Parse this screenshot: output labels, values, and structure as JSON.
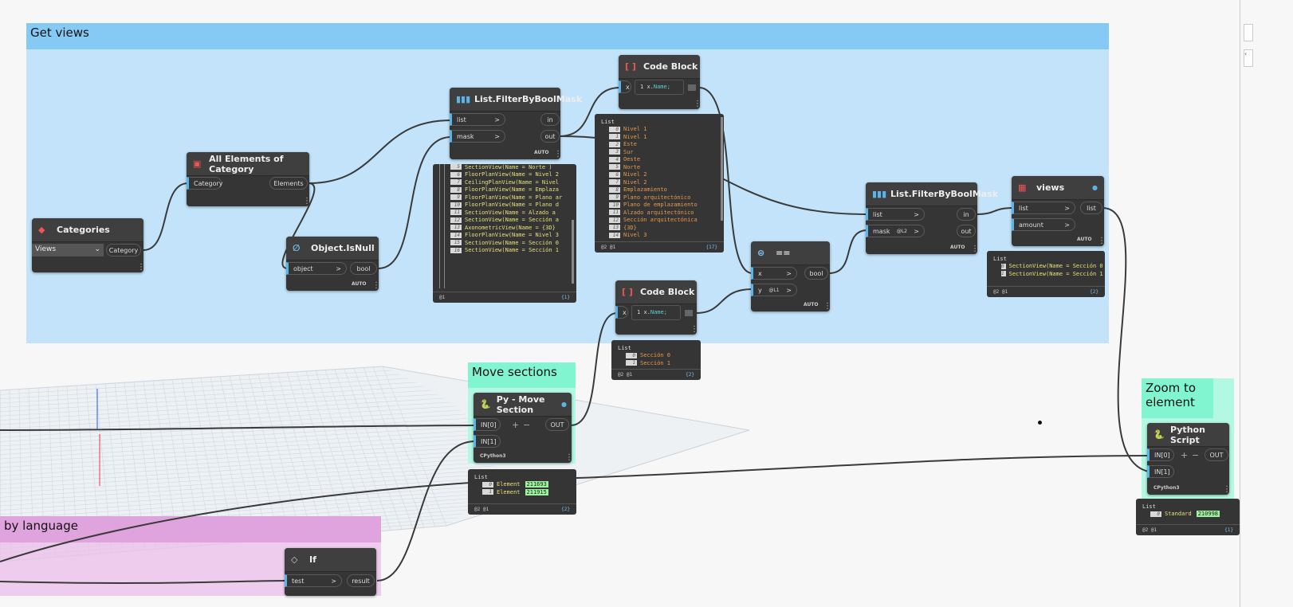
{
  "groups": {
    "get_views": "Get views",
    "move_sections": "Move sections",
    "zoom": "Zoom to element",
    "language": "by language"
  },
  "nodes": {
    "categories": {
      "title": "Categories",
      "dropdown": "Views",
      "out": "Category"
    },
    "all_elements": {
      "title": "All Elements of Category",
      "in": "Category",
      "out": "Elements"
    },
    "isnull": {
      "title": "Object.IsNull",
      "in": "object",
      "out": "bool",
      "lacing": "AUTO"
    },
    "filter1": {
      "title": "List.FilterByBoolMask",
      "in1": "list",
      "in2": "mask",
      "out1": "in",
      "out2": "out",
      "lacing": "AUTO"
    },
    "code1": {
      "title": "Code Block",
      "in": "x",
      "line": "1",
      "code_obj": "x.",
      "code_prop": "Name;"
    },
    "code2": {
      "title": "Code Block",
      "in": "x",
      "line": "1",
      "code_obj": "x.",
      "code_prop": "Name;"
    },
    "equals": {
      "title": "==",
      "in1": "x",
      "in2": "y",
      "level": "@L1",
      "out": "bool",
      "lacing": "AUTO"
    },
    "filter2": {
      "title": "List.FilterByBoolMask",
      "in1": "list",
      "in2": "mask",
      "level": "@L2",
      "out1": "in",
      "out2": "out",
      "lacing": "AUTO"
    },
    "views": {
      "title": "views",
      "in1": "list",
      "in2": "amount",
      "out": "list",
      "lacing": "AUTO"
    },
    "move": {
      "title": "Py - Move Section",
      "in1": "IN[0]",
      "in2": "IN[1]",
      "out": "OUT",
      "engine": "CPython3",
      "plus": "+",
      "minus": "−"
    },
    "python": {
      "title": "Python Script",
      "in1": "IN[0]",
      "in2": "IN[1]",
      "out": "OUT",
      "engine": "CPython3",
      "plus": "+",
      "minus": "−"
    },
    "if": {
      "title": "If",
      "in": "test",
      "out": "result"
    }
  },
  "watches": {
    "w1": {
      "levels": "@1",
      "count": "{1}",
      "color": "#e6e07a",
      "items": [
        {
          "i": "5",
          "t": "SectionView(Name = Norte )"
        },
        {
          "i": "6",
          "t": "FloorPlanView(Name = Nivel 2"
        },
        {
          "i": "7",
          "t": "CeilingPlanView(Name = Nivel"
        },
        {
          "i": "8",
          "t": "FloorPlanView(Name = Emplaza"
        },
        {
          "i": "9",
          "t": "FloorPlanView(Name = Plano ar"
        },
        {
          "i": "10",
          "t": "FloorPlanView(Name = Plano d"
        },
        {
          "i": "11",
          "t": "SectionView(Name = Alzado a"
        },
        {
          "i": "12",
          "t": "SectionView(Name = Sección a"
        },
        {
          "i": "13",
          "t": "AxonometricView(Name = {3D}"
        },
        {
          "i": "14",
          "t": "FloorPlanView(Name = Nivel 3"
        },
        {
          "i": "15",
          "t": "SectionView(Name = Sección 0"
        },
        {
          "i": "16",
          "t": "SectionView(Name = Sección 1"
        }
      ]
    },
    "w2": {
      "header": "List",
      "levels": "@2 @1",
      "count": "{17}",
      "color": "#e79a4e",
      "items": [
        {
          "i": "0",
          "t": "Nivel 1"
        },
        {
          "i": "1",
          "t": "Nivel 1"
        },
        {
          "i": "2",
          "t": "Este"
        },
        {
          "i": "3",
          "t": "Sur"
        },
        {
          "i": "4",
          "t": "Oeste"
        },
        {
          "i": "5",
          "t": "Norte"
        },
        {
          "i": "6",
          "t": "Nivel 2"
        },
        {
          "i": "7",
          "t": "Nivel 2"
        },
        {
          "i": "8",
          "t": "Emplazamiento"
        },
        {
          "i": "9",
          "t": "Plano arquitectónico"
        },
        {
          "i": "10",
          "t": "Plano de emplazamiento"
        },
        {
          "i": "11",
          "t": "Alzado arquitectónico"
        },
        {
          "i": "12",
          "t": "Sección arquitectónica"
        },
        {
          "i": "13",
          "t": "{3D}"
        },
        {
          "i": "14",
          "t": "Nivel 3"
        }
      ]
    },
    "w3": {
      "header": "List",
      "levels": "@2 @1",
      "count": "{2}",
      "color": "#e79a4e",
      "items": [
        {
          "i": "0",
          "t": "Sección 0"
        },
        {
          "i": "1",
          "t": "Sección 1"
        }
      ]
    },
    "w4": {
      "header": "List",
      "levels": "@2 @1",
      "count": "{2}",
      "color": "#e6e07a",
      "items": [
        {
          "i": "0",
          "t": "SectionView(Name = Sección 0 )"
        },
        {
          "i": "1",
          "t": "SectionView(Name = Sección 1 )"
        }
      ]
    },
    "w5": {
      "header": "List",
      "levels": "@2 @1",
      "count": "{2}",
      "color": "#e6e07a",
      "items": [
        {
          "i": "0",
          "t": "Element",
          "b": "211693"
        },
        {
          "i": "1",
          "t": "Element",
          "b": "211915"
        }
      ]
    },
    "w6": {
      "header": "List",
      "levels": "@2 @1",
      "count": "{1}",
      "color": "#e6e07a",
      "items": [
        {
          "i": "0",
          "t": "Standard",
          "b": "210998"
        }
      ]
    }
  },
  "colors": {
    "get_views": "#85c9f5",
    "move": "#80f5d0",
    "language": "#dfa3dd",
    "port": "#5ab4e8"
  }
}
